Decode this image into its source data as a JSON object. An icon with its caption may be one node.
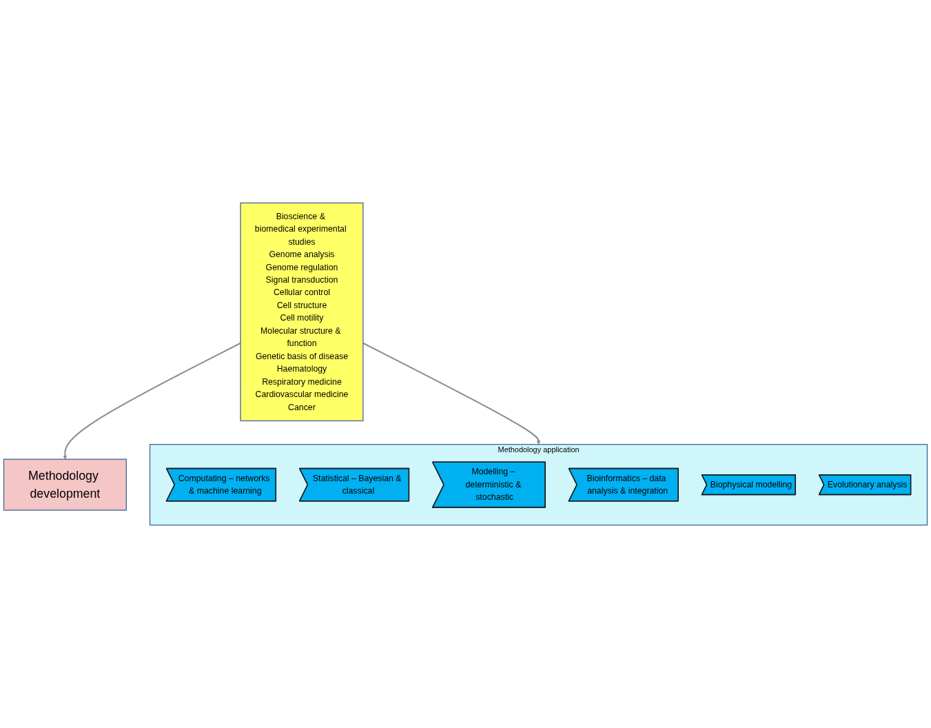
{
  "diagram": {
    "nodes": [
      {
        "text": [
          "Methodology development"
        ]
      },
      {
        "text": [
          "Methodology application"
        ]
      },
      {
        "text": [
          "Computating – networks & machine learning"
        ],
        "in": 1
      },
      {
        "text": [
          "Statistical – Bayesian & classical"
        ],
        "in": 1
      },
      {
        "text": [
          "Modelling – deterministic & stochastic"
        ],
        "in": 1
      },
      {
        "text": [
          "Bioinformatics – data analysis & integration"
        ],
        "in": 1
      },
      {
        "text": [
          "Biophysical modelling"
        ],
        "in": 1
      },
      {
        "text": [
          "Evolutionary analysis"
        ],
        "in": 1
      },
      {
        "text": [
          "Bioscience & biomedical experimental studies",
          "Genome analysis",
          "Genome regulation",
          "Signal transduction",
          "Cellular control",
          "Cell structure",
          "Cell motility",
          "Molecular structure & function",
          "Genetic basis of disease",
          "Haematology",
          "Respiratory medicine",
          "Cardiovascular medicine",
          "Cancer"
        ]
      }
    ],
    "edges": [
      {
        "from": 8,
        "to": 0,
        "arrow": "to"
      },
      {
        "from": 8,
        "to": 1,
        "arrow": "to"
      }
    ]
  }
}
